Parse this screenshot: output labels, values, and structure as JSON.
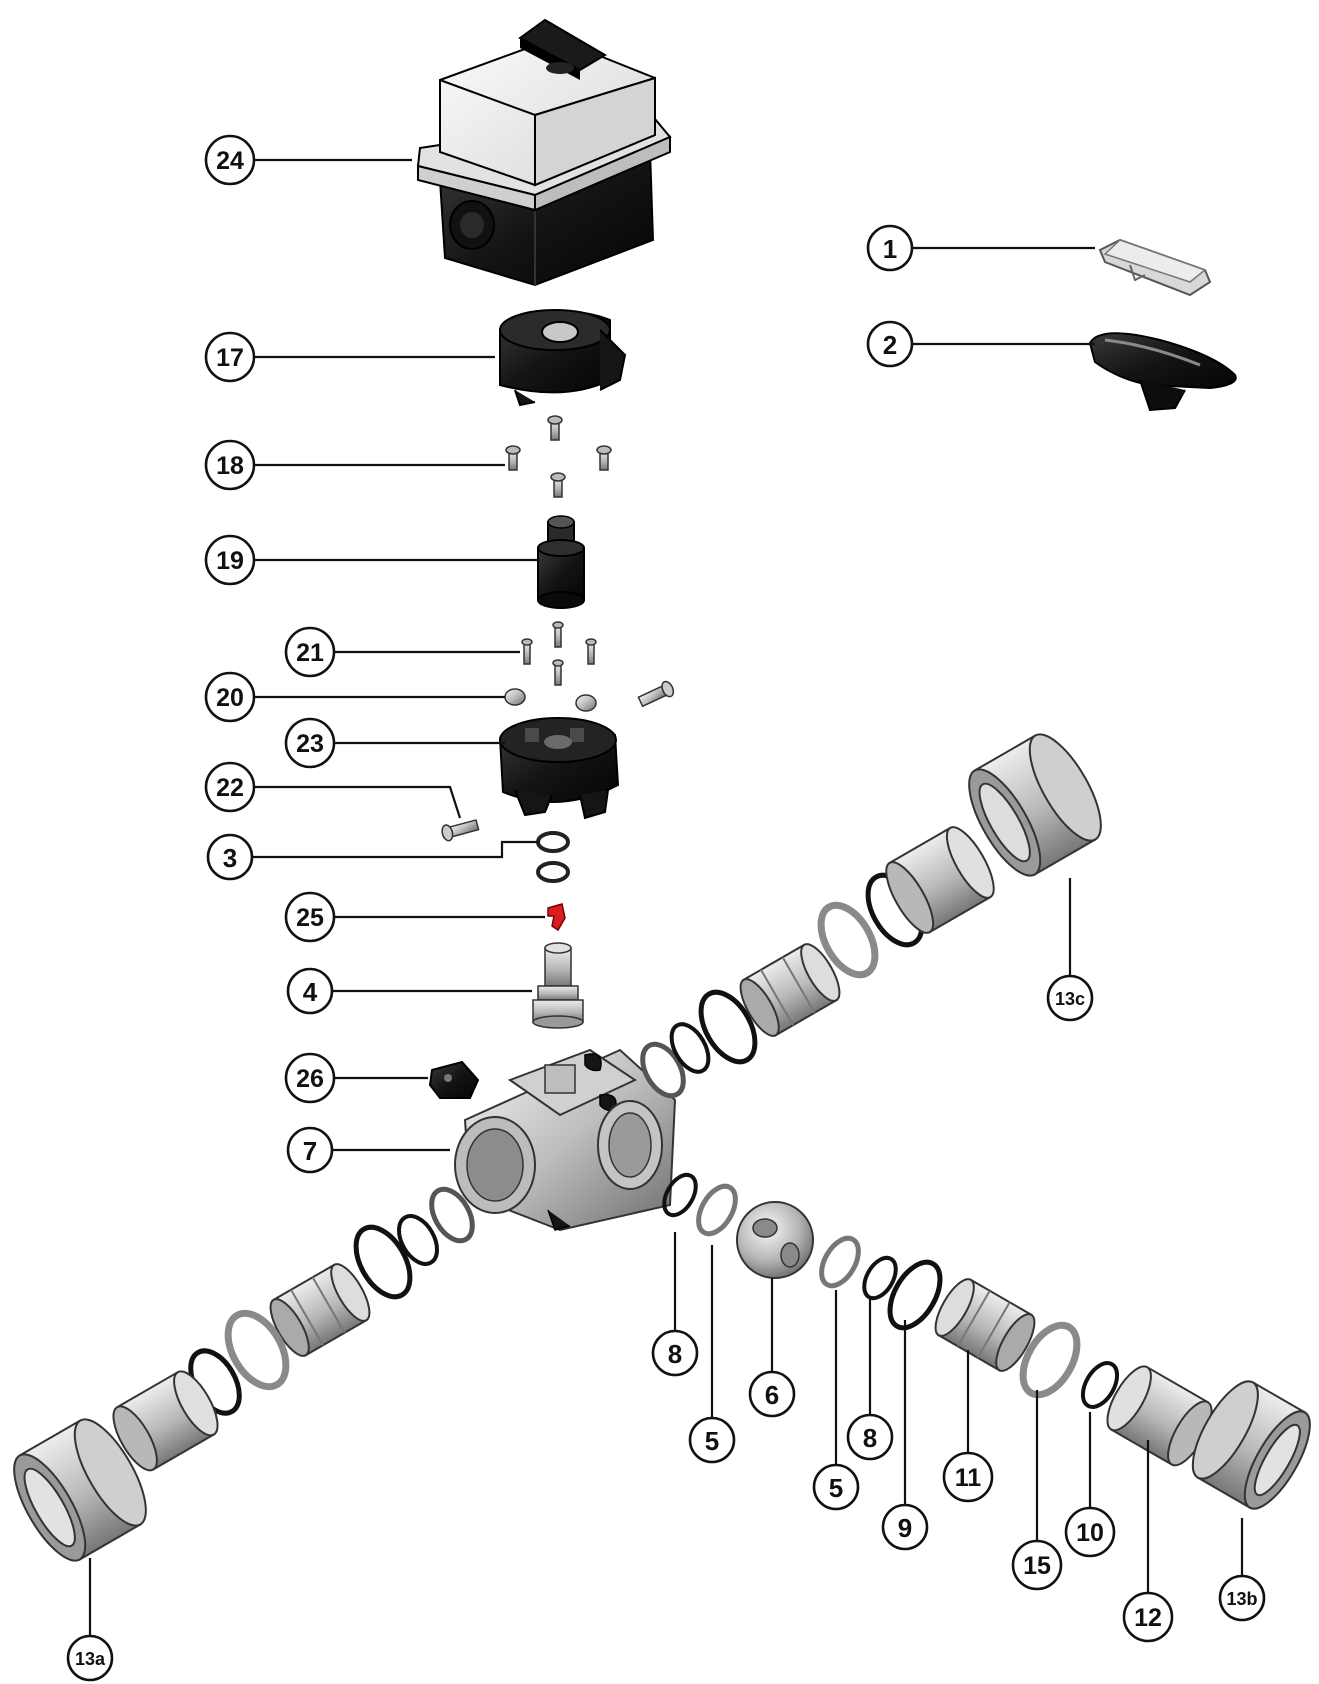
{
  "diagram": {
    "type": "exploded-view",
    "callouts": [
      {
        "id": "c1",
        "label": "1"
      },
      {
        "id": "c2",
        "label": "2"
      },
      {
        "id": "c24",
        "label": "24"
      },
      {
        "id": "c17",
        "label": "17"
      },
      {
        "id": "c18",
        "label": "18"
      },
      {
        "id": "c19",
        "label": "19"
      },
      {
        "id": "c21",
        "label": "21"
      },
      {
        "id": "c20",
        "label": "20"
      },
      {
        "id": "c23",
        "label": "23"
      },
      {
        "id": "c22",
        "label": "22"
      },
      {
        "id": "c3",
        "label": "3"
      },
      {
        "id": "c25",
        "label": "25"
      },
      {
        "id": "c4",
        "label": "4"
      },
      {
        "id": "c26",
        "label": "26"
      },
      {
        "id": "c7",
        "label": "7"
      },
      {
        "id": "c13c",
        "label": "13c"
      },
      {
        "id": "c8a",
        "label": "8"
      },
      {
        "id": "c6",
        "label": "6"
      },
      {
        "id": "c5a",
        "label": "5"
      },
      {
        "id": "c8b",
        "label": "8"
      },
      {
        "id": "c5b",
        "label": "5"
      },
      {
        "id": "c9",
        "label": "9"
      },
      {
        "id": "c11",
        "label": "11"
      },
      {
        "id": "c10",
        "label": "10"
      },
      {
        "id": "c15",
        "label": "15"
      },
      {
        "id": "c12",
        "label": "12"
      },
      {
        "id": "c13b",
        "label": "13b"
      },
      {
        "id": "c13a",
        "label": "13a"
      }
    ],
    "colors": {
      "line": "#111111",
      "body_black": "#161616",
      "cover_white": "#efefef",
      "metal_light": "#d9d9d9",
      "metal_dark": "#7a7a7a",
      "accent_red": "#d6201f"
    },
    "parts": [
      {
        "icon": "actuator-icon"
      },
      {
        "icon": "cap-icon"
      },
      {
        "icon": "handle-icon"
      },
      {
        "icon": "bracket-icon"
      },
      {
        "icon": "screw-icon"
      },
      {
        "icon": "coupling-icon"
      },
      {
        "icon": "nut-icon"
      },
      {
        "icon": "adapter-plate-icon"
      },
      {
        "icon": "o-ring-icon"
      },
      {
        "icon": "stopper-icon"
      },
      {
        "icon": "stem-icon"
      },
      {
        "icon": "clip-icon"
      },
      {
        "icon": "valve-body-icon"
      },
      {
        "icon": "ball-icon"
      },
      {
        "icon": "seat-ring-icon"
      },
      {
        "icon": "carrier-icon"
      },
      {
        "icon": "end-connector-icon"
      },
      {
        "icon": "union-nut-icon"
      }
    ]
  }
}
